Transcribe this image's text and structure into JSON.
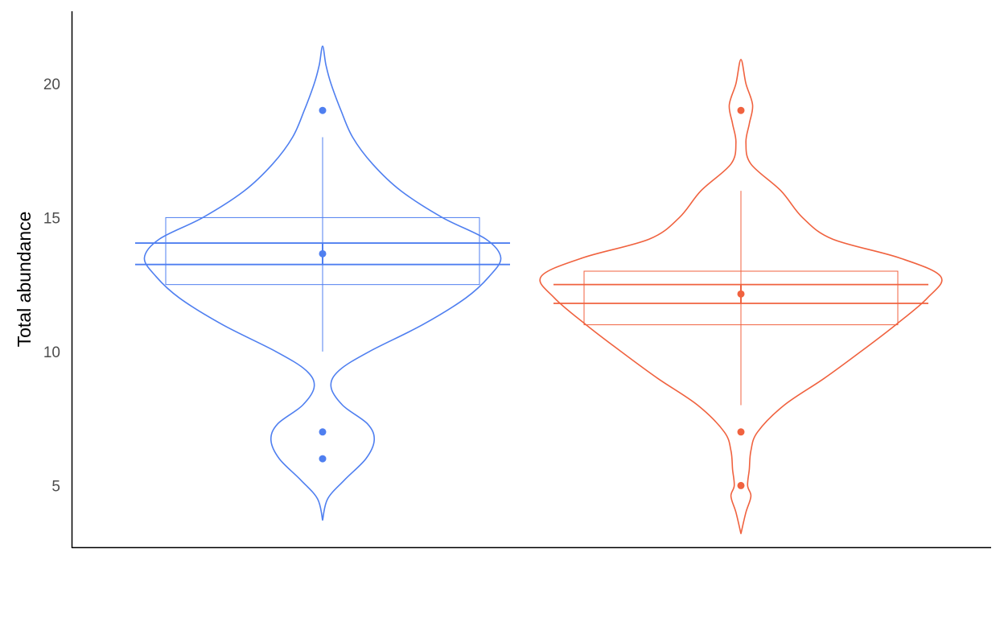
{
  "chart_data": {
    "type": "violin",
    "title": "",
    "xlabel": "",
    "ylabel": "Total abundance",
    "ylim": [
      2.7,
      22.7
    ],
    "yticks": [
      5,
      10,
      15,
      20
    ],
    "grid": false,
    "groups": [
      {
        "color": "#4f7ff0",
        "violin_range": [
          3.7,
          21.4
        ],
        "violin_profile": [
          [
            3.7,
            0.0
          ],
          [
            4.5,
            0.03
          ],
          [
            5.2,
            0.13
          ],
          [
            6.0,
            0.26
          ],
          [
            6.7,
            0.31
          ],
          [
            7.3,
            0.27
          ],
          [
            8.0,
            0.12
          ],
          [
            8.7,
            0.05
          ],
          [
            9.3,
            0.1
          ],
          [
            10.0,
            0.28
          ],
          [
            11.0,
            0.6
          ],
          [
            12.0,
            0.86
          ],
          [
            12.8,
            1.0
          ],
          [
            13.5,
            1.07
          ],
          [
            14.2,
            0.98
          ],
          [
            15.0,
            0.72
          ],
          [
            16.0,
            0.47
          ],
          [
            17.0,
            0.3
          ],
          [
            18.0,
            0.18
          ],
          [
            19.0,
            0.11
          ],
          [
            20.0,
            0.05
          ],
          [
            20.7,
            0.02
          ],
          [
            21.4,
            0.0
          ]
        ],
        "box": {
          "q1": 12.5,
          "q3": 15.0,
          "whisker_low": 10.0,
          "whisker_high": 18.0
        },
        "mean": 13.65,
        "ci": [
          13.25,
          14.05
        ],
        "outliers": [
          19,
          7,
          6
        ]
      },
      {
        "color": "#f0623f",
        "violin_range": [
          3.2,
          20.9
        ],
        "violin_profile": [
          [
            3.2,
            0.0
          ],
          [
            4.0,
            0.03
          ],
          [
            4.6,
            0.06
          ],
          [
            5.0,
            0.04
          ],
          [
            5.6,
            0.05
          ],
          [
            6.3,
            0.06
          ],
          [
            7.0,
            0.1
          ],
          [
            8.0,
            0.26
          ],
          [
            9.0,
            0.5
          ],
          [
            10.0,
            0.72
          ],
          [
            11.0,
            0.93
          ],
          [
            12.0,
            1.12
          ],
          [
            12.8,
            1.2
          ],
          [
            13.5,
            0.95
          ],
          [
            14.2,
            0.55
          ],
          [
            15.0,
            0.37
          ],
          [
            16.0,
            0.24
          ],
          [
            17.0,
            0.06
          ],
          [
            17.8,
            0.03
          ],
          [
            18.5,
            0.05
          ],
          [
            19.2,
            0.07
          ],
          [
            20.0,
            0.03
          ],
          [
            20.9,
            0.0
          ]
        ],
        "box": {
          "q1": 11.0,
          "q3": 13.0,
          "whisker_low": 8.0,
          "whisker_high": 16.0
        },
        "mean": 12.15,
        "ci": [
          11.8,
          12.5
        ],
        "outliers": [
          19,
          7,
          5
        ]
      }
    ]
  }
}
